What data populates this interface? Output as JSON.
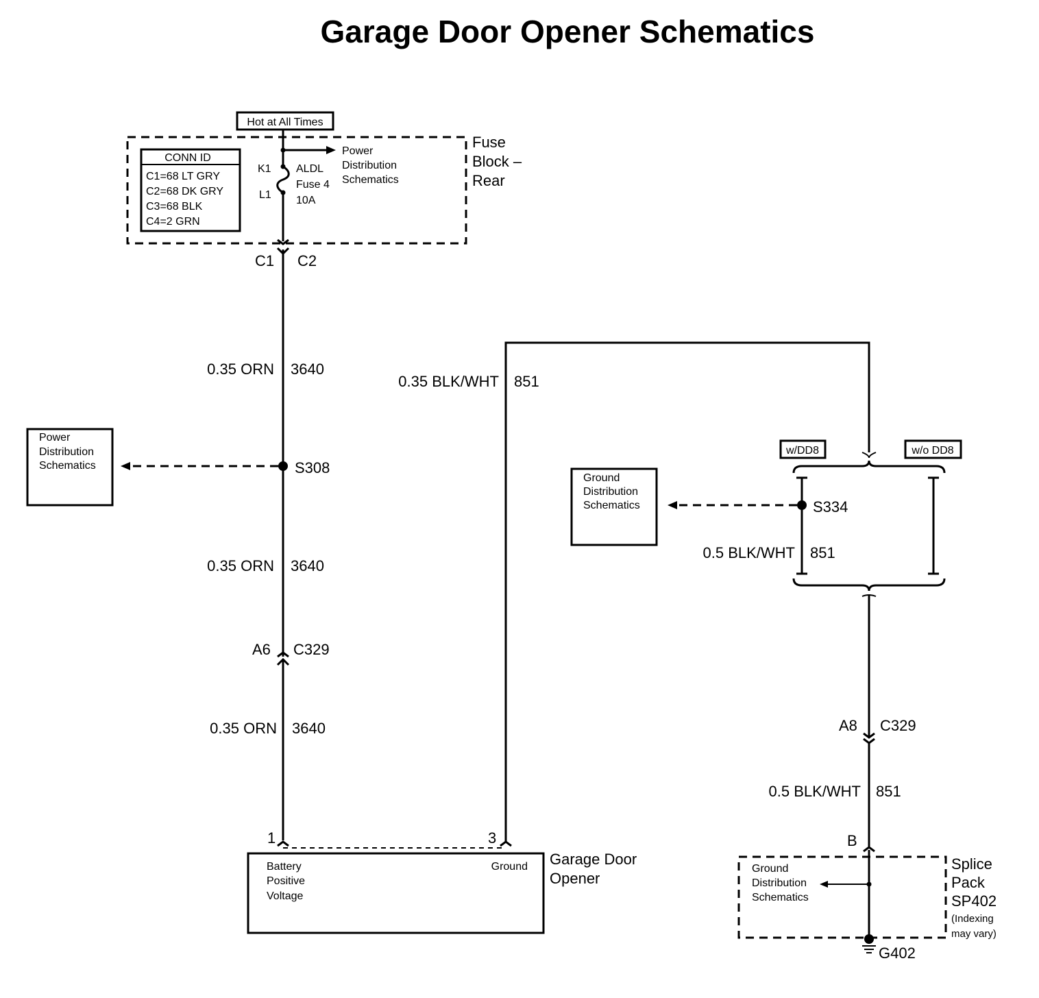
{
  "title": "Garage Door Opener Schematics",
  "hot_label": "Hot at All Times",
  "fuse_block": {
    "name_lines": [
      "Fuse",
      "Block –",
      "Rear"
    ],
    "conn_id_header": "CONN ID",
    "conn_ids": [
      "C1=68 LT GRY",
      "C2=68 DK GRY",
      "C3=68 BLK",
      "C4=2 GRN"
    ],
    "pin_top": "K1",
    "pin_bottom": "L1",
    "fuse_lines": [
      "ALDL",
      "Fuse 4",
      "10A"
    ],
    "power_ref_lines": [
      "Power",
      "Distribution",
      "Schematics"
    ],
    "conn_left": "C1",
    "conn_right": "C2"
  },
  "left_wire": {
    "seg1_size": "0.35 ORN",
    "seg1_circuit": "3640",
    "splice": "S308",
    "seg2_size": "0.35 ORN",
    "seg2_circuit": "3640",
    "conn_pin": "A6",
    "conn_name": "C329",
    "seg3_size": "0.35 ORN",
    "seg3_circuit": "3640"
  },
  "power_dist_box": [
    "Power",
    "Distribution",
    "Schematics"
  ],
  "ground_wire": {
    "top_size": "0.35 BLK/WHT",
    "top_circuit": "851",
    "option_with": "w/DD8",
    "option_without": "w/o DD8",
    "splice": "S334",
    "mid_size": "0.5 BLK/WHT",
    "mid_circuit": "851",
    "conn_pin": "A8",
    "conn_name": "C329",
    "low_size": "0.5 BLK/WHT",
    "low_circuit": "851",
    "pin_b": "B"
  },
  "ground_dist_box": [
    "Ground",
    "Distribution",
    "Schematics"
  ],
  "opener": {
    "pin1": "1",
    "pin3": "3",
    "batt_lines": [
      "Battery",
      "Positive",
      "Voltage"
    ],
    "ground_label": "Ground",
    "name_lines": [
      "Garage Door",
      "Opener"
    ]
  },
  "splice_pack": {
    "ref_lines": [
      "Ground",
      "Distribution",
      "Schematics"
    ],
    "name_lines": [
      "Splice",
      "Pack",
      "SP402"
    ],
    "note_lines": [
      "(Indexing",
      "may vary)"
    ],
    "ground_name": "G402"
  }
}
